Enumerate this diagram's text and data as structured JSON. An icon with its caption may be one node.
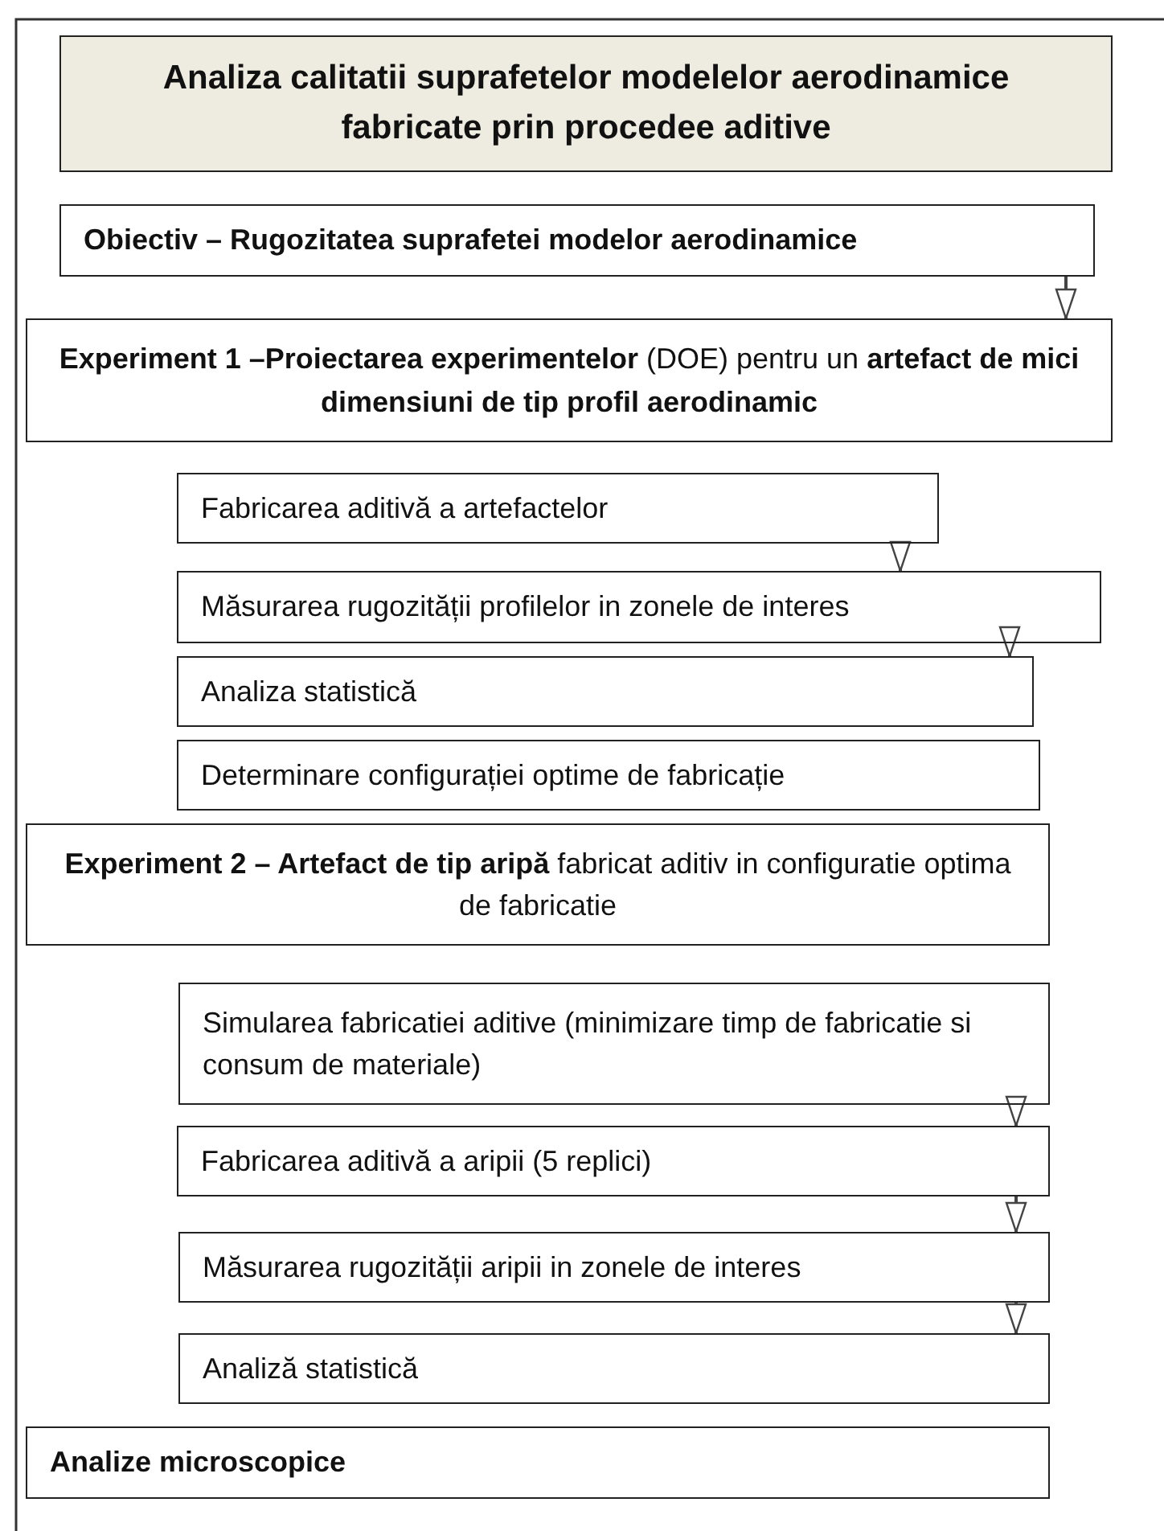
{
  "diagram": {
    "nodes": [
      {
        "text": [
          "Analiza calitatii suprafetelor modelelor aerodinamice fabricate prin procedee aditive"
        ]
      },
      {
        "text": [
          "Obiectiv – Rugozitatea suprafetei modelor aerodinamice"
        ]
      },
      {
        "text": [
          "**Experiment 1 –Proiectarea experimentelor** (DOE) pentru un **artefact de mici dimensiuni de tip profil aerodinamic**"
        ]
      },
      {
        "text": [
          "Fabricarea aditivă a artefactelor"
        ]
      },
      {
        "text": [
          "Măsurarea rugozității profilelor in zonele de interes"
        ]
      },
      {
        "text": [
          "Analiza statistică"
        ]
      },
      {
        "text": [
          "Determinare configurației optime de fabricație"
        ]
      },
      {
        "text": [
          "**Experiment 2 – Artefact de tip aripă** fabricat aditiv in configuratie optima de fabricatie"
        ]
      },
      {
        "text": [
          "Simularea fabricatiei aditive (minimizare timp de fabricatie si consum de materiale)"
        ]
      },
      {
        "text": [
          "Fabricarea aditivă a aripii (5 replici)"
        ]
      },
      {
        "text": [
          "Măsurarea rugozității aripii in zonele de interes"
        ]
      },
      {
        "text": [
          "Analiză statistică"
        ]
      },
      {
        "text": [
          "Analize microscopice"
        ]
      }
    ],
    "edges": [
      {
        "from": 1,
        "to": 2,
        "arrow": "to"
      },
      {
        "from": 3,
        "to": 4,
        "arrow": "to"
      },
      {
        "from": 4,
        "to": 5,
        "arrow": "to"
      },
      {
        "from": 8,
        "to": 9,
        "arrow": "to"
      },
      {
        "from": 9,
        "to": 10,
        "arrow": "to"
      },
      {
        "from": 10,
        "to": 11,
        "arrow": "to"
      }
    ]
  }
}
